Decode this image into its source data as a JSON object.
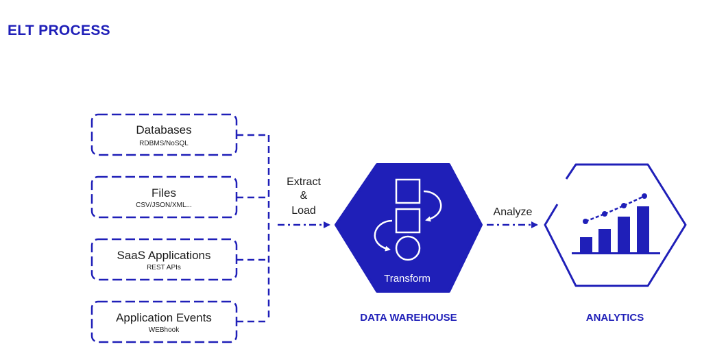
{
  "title": "ELT PROCESS",
  "sources": [
    {
      "name": "Databases",
      "sub": "RDBMS/NoSQL"
    },
    {
      "name": "Files",
      "sub": "CSV/JSON/XML..."
    },
    {
      "name": "SaaS Applications",
      "sub": "REST APIs"
    },
    {
      "name": "Application Events",
      "sub": "WEBhook"
    }
  ],
  "extract_label": {
    "line1": "Extract",
    "line2": "&",
    "line3": "Load"
  },
  "warehouse": {
    "inner_label": "Transform",
    "caption": "DATA WAREHOUSE"
  },
  "analyze_label": "Analyze",
  "analytics": {
    "caption": "ANALYTICS"
  },
  "colors": {
    "primary": "#1f1fb8",
    "text": "#1a1a1a",
    "background": "#ffffff"
  },
  "icons": [
    "transform-squares-icon",
    "transform-circle-icon",
    "bar-chart-icon",
    "trend-line-icon",
    "arrow-right-icon"
  ]
}
